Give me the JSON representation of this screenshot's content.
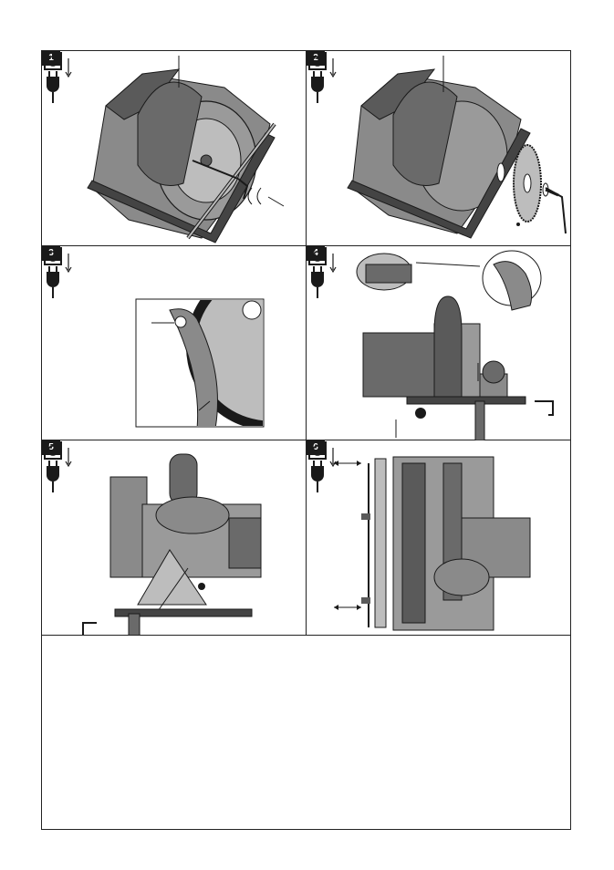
{
  "figures": [
    {
      "number": "1"
    },
    {
      "number": "2"
    },
    {
      "number": "3"
    },
    {
      "number": "4"
    },
    {
      "number": "5"
    },
    {
      "number": "6"
    }
  ],
  "icons": {
    "unplug": "unplug-power-icon"
  },
  "colors": {
    "ink": "#1a1a1a",
    "tool_dark": "#5a5a5a",
    "tool_mid": "#8a8a8a",
    "tool_light": "#bdbdbd",
    "paper": "#ffffff"
  }
}
